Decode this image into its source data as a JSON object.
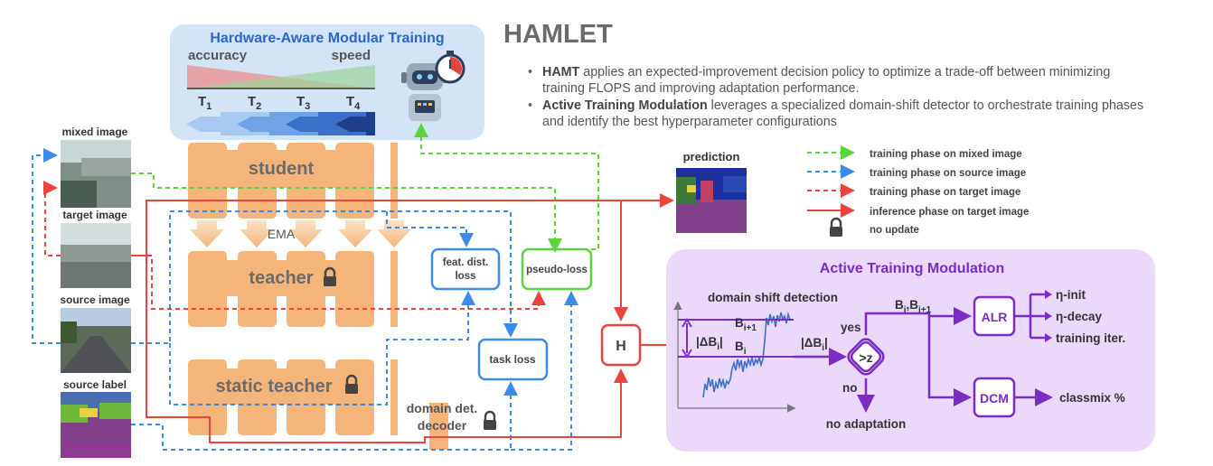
{
  "title": "HAMLET",
  "hamt": {
    "title": "Hardware-Aware Modular Training",
    "accuracy_label": "accuracy",
    "speed_label": "speed",
    "thresholds": [
      {
        "main": "T",
        "sub": "1"
      },
      {
        "main": "T",
        "sub": "2"
      },
      {
        "main": "T",
        "sub": "3"
      },
      {
        "main": "T",
        "sub": "4"
      }
    ],
    "robot_icon": "robot-with-stopwatch-icon"
  },
  "bullets": [
    {
      "bold": "HAMT",
      "text": " applies an expected-improvement decision policy to optimize a trade-off between minimizing training FLOPS and improving adaptation performance."
    },
    {
      "bold": "Active Training Modulation",
      "text": " leverages a specialized domain-shift detector to orchestrate training phases and identify the best hyperparameter configurations"
    }
  ],
  "images": {
    "mixed": "mixed image",
    "target": "target image",
    "source": "source image",
    "source_label": "source label",
    "prediction": "prediction"
  },
  "network": {
    "student": "student",
    "ema": "EMA",
    "teacher": "teacher",
    "static_teacher": "static teacher",
    "domain_det_line1": "domain det.",
    "domain_det_line2": "decoder",
    "lock_icon": "lock-icon"
  },
  "losses": {
    "feat_line1": "feat. dist.",
    "feat_line2": "loss",
    "pseudo": "pseudo-loss",
    "task": "task loss",
    "h": "H"
  },
  "legend": [
    {
      "label": "training phase on mixed image",
      "color": "#5bd63a",
      "style": "dashed"
    },
    {
      "label": "training phase on source image",
      "color": "#3d8be8",
      "style": "dashed"
    },
    {
      "label": "training phase on target image",
      "color": "#e8463c",
      "style": "dashed"
    },
    {
      "label": "inference phase on target image",
      "color": "#e8463c",
      "style": "solid"
    },
    {
      "label": "no update",
      "icon": "lock-icon"
    }
  ],
  "atm": {
    "title": "Active Training Modulation",
    "detection": "domain shift detection",
    "b_i1_main": "B",
    "b_i1_sub": "i+1",
    "b_i_main": "B",
    "b_i_sub": "i",
    "delta": "|ΔB",
    "delta_sub": "i",
    "delta_end": "|",
    "yes": "yes",
    "no": "no",
    "compare": ">z",
    "no_adaptation": "no adaptation",
    "b_pair_a": "B",
    "b_pair_a_sub": "i",
    "b_pair_sep": ",B",
    "b_pair_b_sub": "i+1",
    "alr": "ALR",
    "dcm": "DCM",
    "outputs_alr": [
      "η-init",
      "η-decay",
      "training iter."
    ],
    "output_dcm": "classmix %"
  },
  "colors": {
    "green": "#5bd63a",
    "blue": "#3d8be8",
    "red": "#e8463c",
    "orange": "#f5b57a",
    "purple": "#7a2cc4",
    "atm_bg": "#ead9fb",
    "hamt_bg": "#d3e4f7"
  }
}
